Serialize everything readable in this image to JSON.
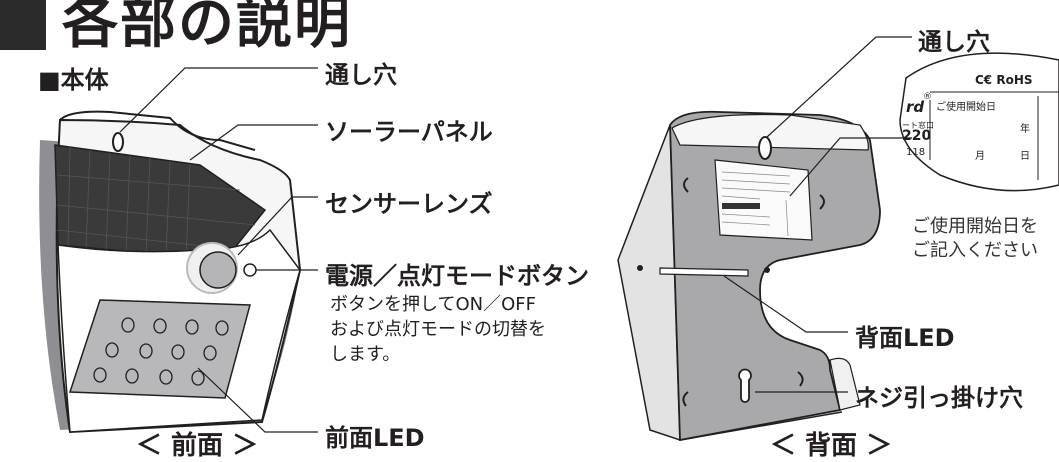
{
  "header": {
    "title": "各部の説明",
    "section": "■本体"
  },
  "front": {
    "callouts": {
      "hole": "通し穴",
      "solar": "ソーラーパネル",
      "sensor": "センサーレンズ",
      "button": "電源／点灯モードボタン",
      "front_led": "前面LED"
    },
    "button_desc": [
      "ボタンを押してON／OFF",
      "および点灯モードの切替を",
      "します。"
    ],
    "caption": "＜ 前面 ＞"
  },
  "back": {
    "callouts": {
      "hole": "通し穴",
      "back_led": "背面LED",
      "screw": "ネジ引っ掛け穴"
    },
    "caption": "＜ 背面 ＞",
    "note_lines": [
      "ご使用開始日を",
      "ご記入ください"
    ]
  },
  "label_zoom": {
    "marks": "C€ RoHS",
    "brand": "rd",
    "reg": "®",
    "field": "ご使用開始日",
    "year": "年",
    "month": "月",
    "day": "日",
    "line_a": "ート窓口",
    "num_a": "220",
    "num_b": "118"
  },
  "colors": {
    "line": "#231f20",
    "panel": "#3a3a3a",
    "body_gray": "#a9a9ab"
  }
}
